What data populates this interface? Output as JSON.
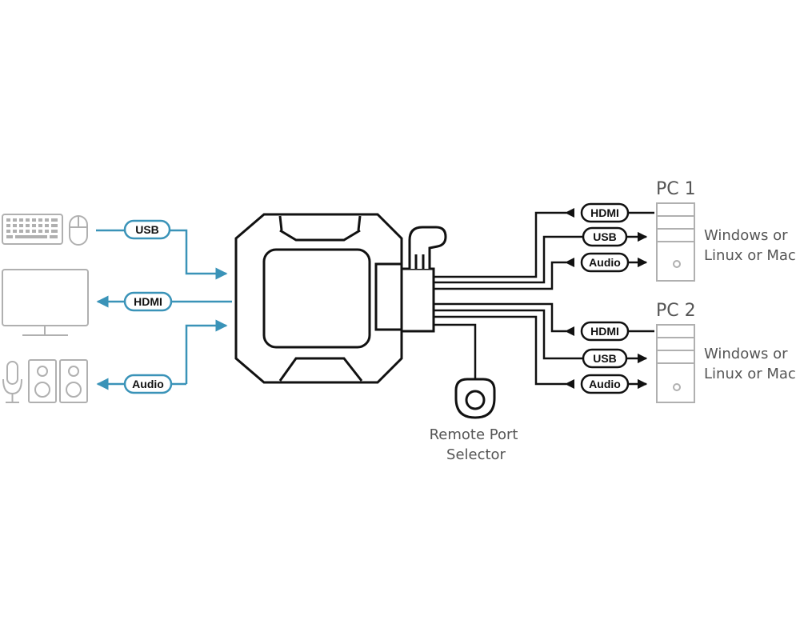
{
  "colors": {
    "peripheral_cable": "#3a93b8",
    "pc_cable": "#111111",
    "device_gray": "#b0b0b0",
    "text_gray": "#555555"
  },
  "peripherals": {
    "keyboard_mouse_label": "USB",
    "monitor_label": "HDMI",
    "audio_label": "Audio"
  },
  "pc1": {
    "title": "PC 1",
    "os_line1": "Windows or",
    "os_line2": "Linux or Mac",
    "hdmi_label": "HDMI",
    "usb_label": "USB",
    "audio_label": "Audio"
  },
  "pc2": {
    "title": "PC 2",
    "os_line1": "Windows or",
    "os_line2": "Linux or Mac",
    "hdmi_label": "HDMI",
    "usb_label": "USB",
    "audio_label": "Audio"
  },
  "remote": {
    "line1": "Remote Port",
    "line2": "Selector"
  },
  "icons": [
    "keyboard-icon",
    "mouse-icon",
    "monitor-icon",
    "microphone-icon",
    "speaker-icon",
    "kvm-switch-icon",
    "pc-tower-icon",
    "remote-port-selector-icon"
  ]
}
